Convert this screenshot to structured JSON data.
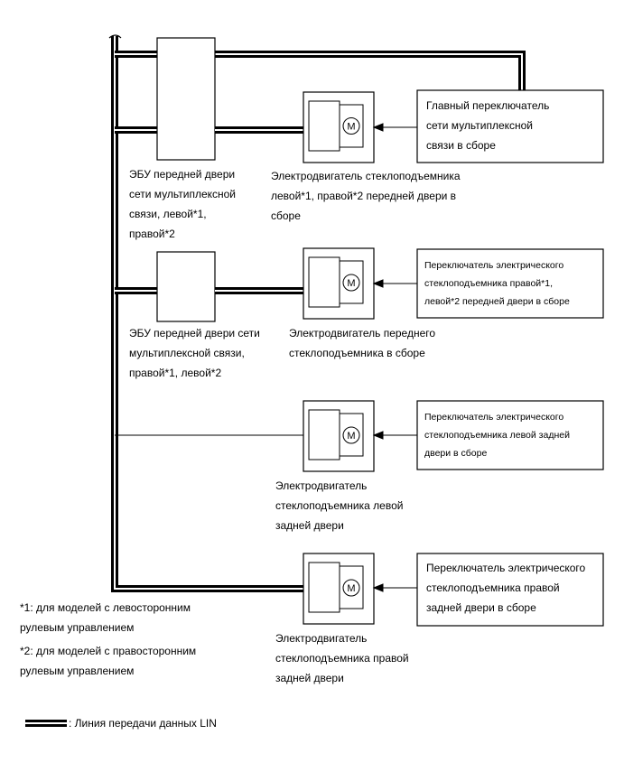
{
  "ecu_left": {
    "label": "ЭБУ передней двери\nсети мультиплексной\nсвязи, левой*1,\nправой*2"
  },
  "ecu_right": {
    "label": "ЭБУ передней двери сети\nмультиплексной связи,\nправой*1, левой*2"
  },
  "motor_symbol": "M",
  "motors": [
    {
      "label": "Электродвигатель стеклоподъемника\nлевой*1, правой*2 передней двери в\nсборе"
    },
    {
      "label": "Электродвигатель переднего\nстеклоподъемника в сборе"
    },
    {
      "label": "Электродвигатель\nстеклоподъемника левой\nзадней двери"
    },
    {
      "label": "Электродвигатель\nстеклоподъемника правой\nзадней двери"
    }
  ],
  "switches": [
    {
      "label": "Главный переключатель\nсети мультиплексной\nсвязи в сборе"
    },
    {
      "label": "Переключатель электрического\nстеклоподъемника правой*1,\nлевой*2 передней двери в сборе"
    },
    {
      "label": "Переключатель электрического\nстеклоподъемника левой задней\nдвери в сборе"
    },
    {
      "label": "Переключатель электрического\nстеклоподъемника правой\nзадней двери в сборе"
    }
  ],
  "notes": {
    "note1": "*1: для моделей с левосторонним\nрулевым управлением",
    "note2": "*2: для моделей с правосторонним\nрулевым управлением"
  },
  "legend": {
    "lin_label": ": Линия передачи данных LIN"
  }
}
